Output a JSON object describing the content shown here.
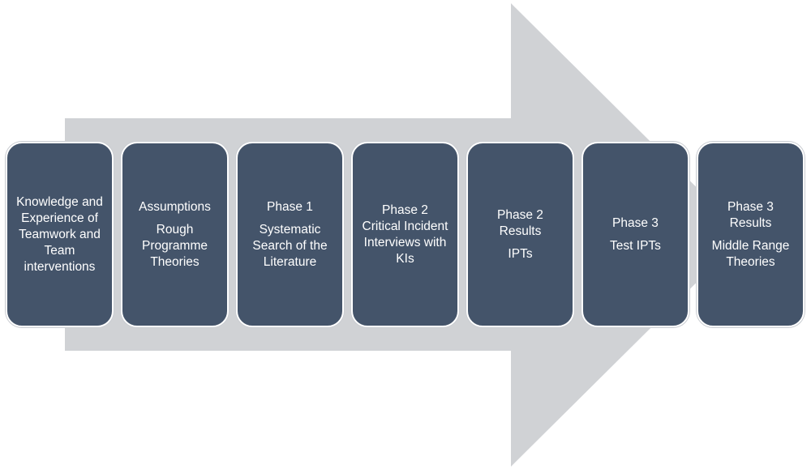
{
  "colors": {
    "arrow_fill": "#d0d2d5",
    "box_fill": "#44546a",
    "box_border": "#ffffff",
    "text": "#ffffff"
  },
  "steps": [
    {
      "lines": [
        "Knowledge and Experience of Teamwork and Team interventions"
      ]
    },
    {
      "lines": [
        "Assumptions",
        "Rough Programme Theories"
      ]
    },
    {
      "lines": [
        "Phase 1",
        "Systematic Search of the Literature"
      ]
    },
    {
      "lines": [
        "Phase 2",
        "Critical Incident Interviews with KIs"
      ]
    },
    {
      "lines": [
        "Phase 2",
        "Results",
        "IPTs"
      ]
    },
    {
      "lines": [
        "Phase 3",
        "Test IPTs"
      ]
    },
    {
      "lines": [
        "Phase 3",
        "Results",
        "Middle Range Theories"
      ]
    }
  ]
}
